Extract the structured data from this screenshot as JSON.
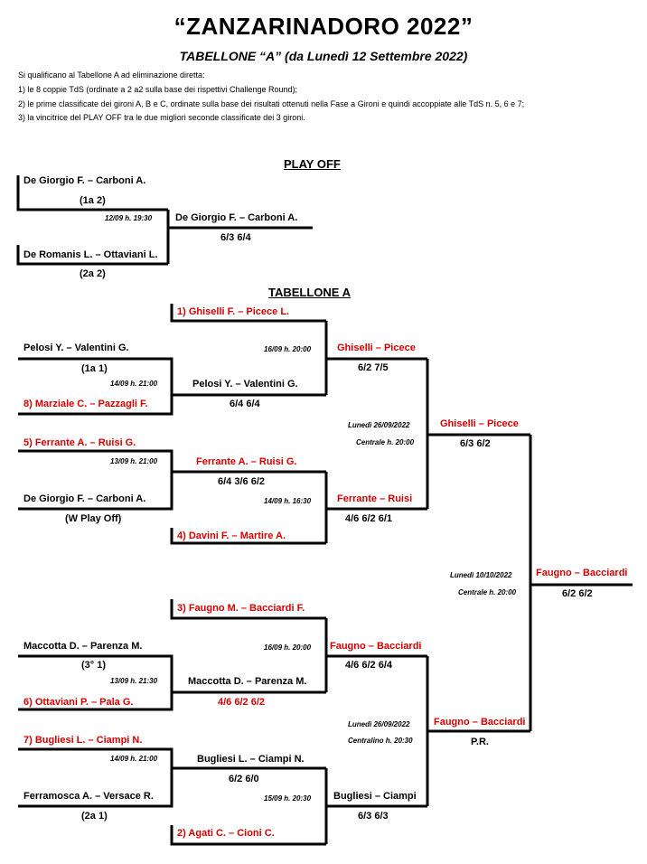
{
  "header": {
    "title": "“ZANZARINADORO 2022”",
    "subtitle": "TABELLONE “A” (da Lunedì 12 Settembre 2022)"
  },
  "rules": [
    "Si qualificano al Tabellone A ad eliminazione diretta:",
    "1) le 8 coppie TdS (ordinate a 2 a2 sulla base dei rispettivi Challenge Round);",
    "2) le prime classificate dei gironi A, B e C, ordinate sulla base dei risultati ottenuti nella Fase a Gironi e quindi accoppiate alle TdS n. 5, 6 e 7;",
    "3) la vincitrice del PLAY OFF tra le due migliori seconde classificate dei 3 gironi."
  ],
  "playoff": {
    "heading": "PLAY OFF",
    "team1": "De Giorgio F. – Carboni A.",
    "team1_seed": "(1a 2)",
    "team2": "De Romanis L. – Ottaviani L.",
    "team2_seed": "(2a 2)",
    "date": "12/09 h. 19:30",
    "winner": "De Giorgio F. – Carboni A.",
    "score": "6/3 6/4"
  },
  "tabellone": {
    "heading": "TABELLONE A",
    "r1": {
      "m1": {
        "tds": "1) Ghiselli F. – Picece L.",
        "team_a": "Pelosi Y. – Valentini G.",
        "seed_a": "(1a 1)",
        "date_a": "14/09 h. 21:00",
        "team_b": "8) Marziale C. – Pazzagli F.",
        "winner_ab": "Pelosi Y. – Valentini G.",
        "score_ab": "6/4 6/4"
      },
      "m2": {
        "team_a": "5) Ferrante A. – Ruisi G.",
        "date_a": "13/09 h. 21:00",
        "team_b": "De Giorgio F. – Carboni A.",
        "seed_b": "(W Play Off)",
        "winner_ab": "Ferrante A. – Ruisi G.",
        "score_ab": "6/4 3/6 6/2",
        "tds": "4) Davini F. – Martire A."
      },
      "m3": {
        "tds": "3) Faugno M. – Bacciardi F.",
        "team_a": "Maccotta D. – Parenza M.",
        "seed_a": "(3° 1)",
        "date_a": "13/09 h. 21:30",
        "team_b": "6) Ottaviani P. – Pala G.",
        "winner_ab": "Maccotta D. – Parenza M.",
        "score_ab": "4/6 6/2 6/2"
      },
      "m4": {
        "team_a": "7) Bugliesi L. – Ciampi N.",
        "date_a": "14/09 h. 21:00",
        "team_b": "Ferramosca A. – Versace R.",
        "seed_b": "(2a 1)",
        "winner_ab": "Bugliesi L. – Ciampi N.",
        "score_ab": "6/2 6/0",
        "tds": "2) Agati C. – Cioni C."
      }
    },
    "qf": {
      "m1": {
        "date": "16/09 h. 20:00",
        "winner": "Ghiselli – Picece",
        "score": "6/2 7/5"
      },
      "m2": {
        "date": "14/09 h. 16:30",
        "winner": "Ferrante – Ruisi",
        "score": "4/6 6/2 6/1"
      },
      "m3": {
        "date": "16/09 h. 20:00",
        "winner": "Faugno – Bacciardi",
        "score": "4/6 6/2 6/4"
      },
      "m4": {
        "date": "15/09 h. 20:30",
        "winner": "Bugliesi – Ciampi",
        "score": "6/3 6/3"
      }
    },
    "sf": {
      "m1": {
        "date": "Lunedì 26/09/2022",
        "venue": "Centrale h. 20:00",
        "winner": "Ghiselli – Picece",
        "score": "6/3 6/2"
      },
      "m2": {
        "date": "Lunedì 26/09/2022",
        "venue": "Centralino h. 20:30",
        "winner": "Faugno – Bacciardi",
        "score": "P.R."
      }
    },
    "final": {
      "date": "Lunedì 10/10/2022",
      "venue": "Centrale h. 20:00",
      "winner": "Faugno – Bacciardi",
      "score": "6/2 6/2"
    }
  },
  "colors": {
    "highlight": "#d40000",
    "line": "#000000"
  }
}
